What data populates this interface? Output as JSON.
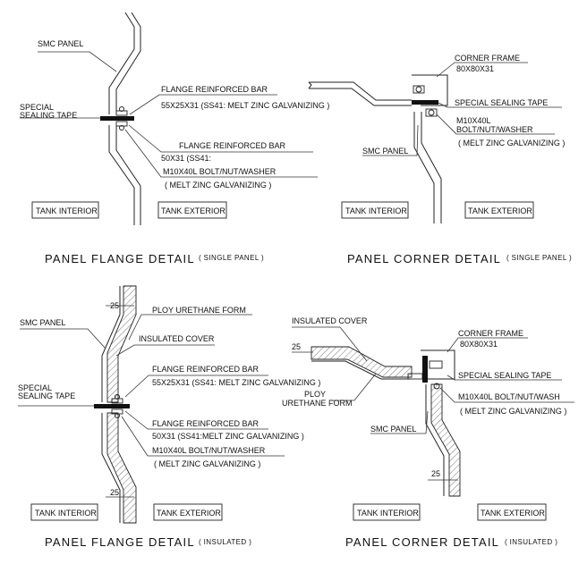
{
  "colors": {
    "line": "#222222",
    "text": "#111111",
    "background": "#ffffff",
    "hatch": "#555555"
  },
  "single_flange": {
    "smc_panel": "SMC PANEL",
    "special_sealing_tape_1": "SPECIAL",
    "special_sealing_tape_2": "SEALING TAPE",
    "flange_bar_1": "FLANGE REINFORCED BAR",
    "flange_bar_1_spec": "55X25X31 (SS41: MELT ZINC GALVANIZING )",
    "flange_bar_2": "FLANGE REINFORCED BAR",
    "flange_bar_2_spec": "50X31 (SS41:",
    "bolt": "M10X40L BOLT/NUT/WASHER",
    "bolt_spec": "( MELT ZINC GALVANIZING )",
    "tank_interior": "TANK INTERIOR",
    "tank_exterior": "TANK EXTERIOR",
    "title": "PANEL FLANGE DETAIL",
    "subtitle": "( SINGLE PANEL )"
  },
  "single_corner": {
    "corner_frame": "CORNER FRAME",
    "corner_frame_spec": "80X80X31",
    "special_sealing_tape": "SPECIAL SEALING TAPE",
    "bolt_1": "M10X40L",
    "bolt_2": "BOLT/NUT/WASHER",
    "bolt_spec": "( MELT ZINC GALVANIZING )",
    "smc_panel": "SMC PANEL",
    "tank_interior": "TANK INTERIOR",
    "tank_exterior": "TANK EXTERIOR",
    "title": "PANEL CORNER DETAIL",
    "subtitle": "( SINGLE PANEL )"
  },
  "insulated_flange": {
    "dim_top": "25",
    "smc_panel": "SMC PANEL",
    "ploy_urethane_form": "PLOY URETHANE FORM",
    "insulated_cover": "INSULATED COVER",
    "flange_bar_1": "FLANGE REINFORCED BAR",
    "flange_bar_1_spec": "55X25X31 (SS41: MELT ZINC GALVANIZING )",
    "special_sealing_tape_1": "SPECIAL",
    "special_sealing_tape_2": "SEALING TAPE",
    "flange_bar_2": "FLANGE REINFORCED BAR",
    "flange_bar_2_spec": "50X31 (SS41:MELT ZINC GALVANIZING )",
    "bolt": "M10X40L BOLT/NUT/WASHER",
    "bolt_spec": "( MELT ZINC GALVANIZING )",
    "dim_bottom": "25",
    "tank_interior": "TANK INTERIOR",
    "tank_exterior": "TANK EXTERIOR",
    "title": "PANEL FLANGE DETAIL",
    "subtitle": "( INSULATED )"
  },
  "insulated_corner": {
    "insulated_cover": "INSULATED COVER",
    "dim_left": "25",
    "ploy_1": "PLOY",
    "ploy_2": "URETHANE FORM",
    "corner_frame": "CORNER FRAME",
    "corner_frame_spec": "80X80X31",
    "special_sealing_tape": "SPECIAL SEALING TAPE",
    "bolt": "M10X40L BOLT/NUT/WASH",
    "bolt_spec": "( MELT ZINC GALVANIZING )",
    "smc_panel": "SMC PANEL",
    "dim_bottom": "25",
    "tank_interior": "TANK INTERIOR",
    "tank_exterior": "TANK EXTERIOR",
    "title": "PANEL CORNER DETAIL",
    "subtitle": "( INSULATED )"
  }
}
